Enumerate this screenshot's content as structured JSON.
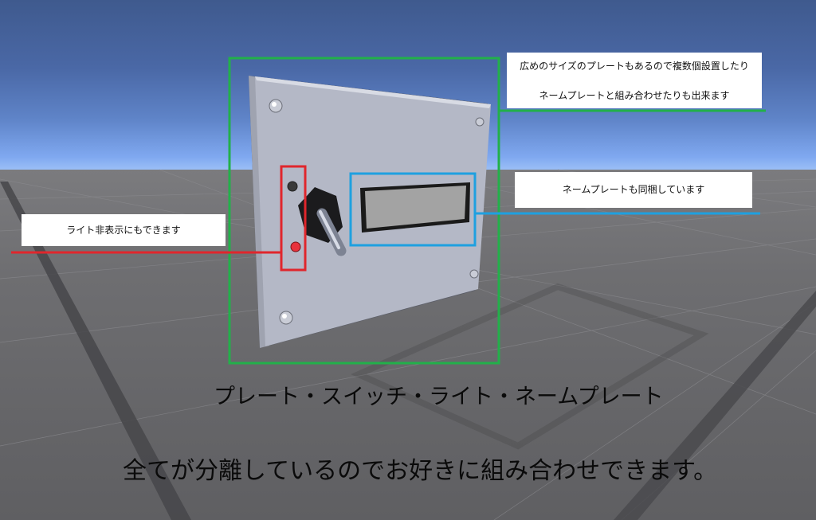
{
  "callouts": {
    "large_plate": {
      "line1": "広めのサイズのプレートもあるので複数個設置したり",
      "line2": "ネームプレートと組み合わせたりも出来ます",
      "color": "#22b04a"
    },
    "nameplate": {
      "text": "ネームプレートも同梱しています",
      "color": "#1ea0e0"
    },
    "light": {
      "text": "ライト非表示にもできます",
      "color": "#e0262c"
    }
  },
  "captions": {
    "parts": "プレート・スイッチ・ライト・ネームプレート",
    "combine": "全てが分離しているのでお好きに組み合わせできます。"
  },
  "model": {
    "plate_color": "#b4b8c6",
    "indicator_off_color": "#3a3a3a",
    "indicator_on_color": "#e8323c",
    "nameplate_screen_color": "#a3a3a3"
  }
}
